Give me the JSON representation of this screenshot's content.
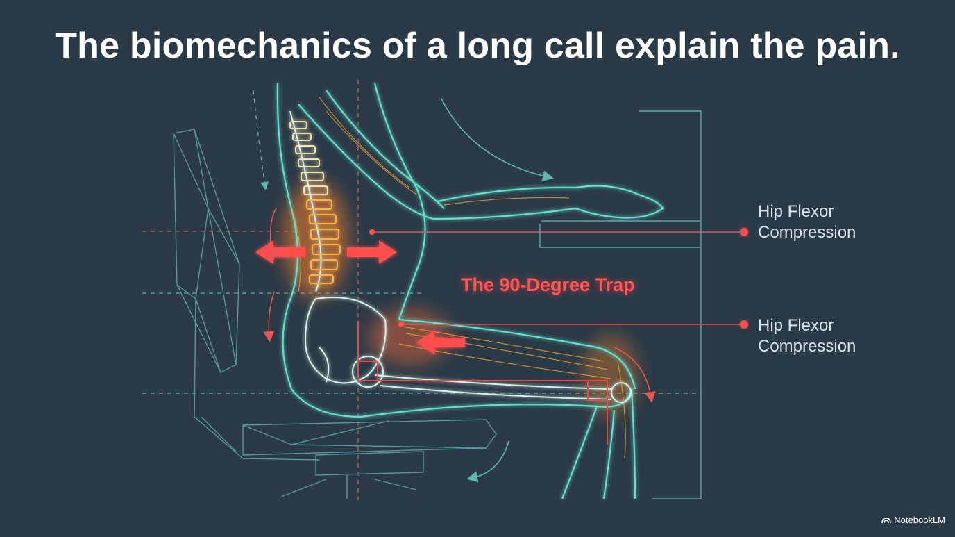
{
  "title": "The biomechanics of a long call explain the pain.",
  "labels": {
    "trap": "The 90-Degree Trap",
    "callout_1": [
      "Hip Flexor",
      "Compression"
    ],
    "callout_2": [
      "Hip Flexor",
      "Compression"
    ]
  },
  "brand": "NotebookLM",
  "colors": {
    "background": "#2b3a47",
    "outline": "#5fd6c8",
    "highlight": "#ff5252",
    "muscle_glow": "#f5a534",
    "text": "#ffffff"
  }
}
